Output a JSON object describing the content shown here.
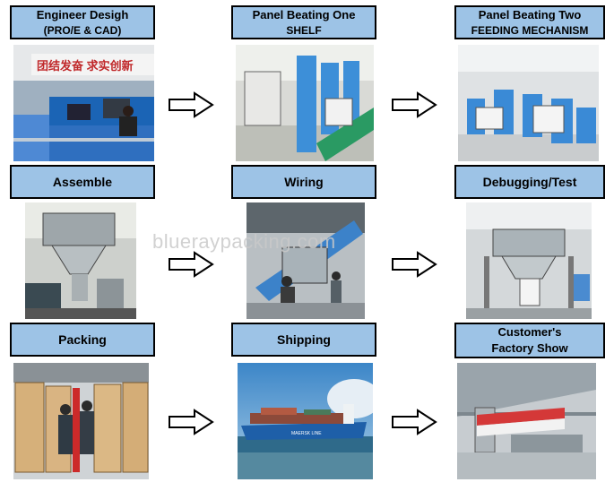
{
  "steps": [
    {
      "line1": "Engineer Desigh",
      "line2": "(PRO/E & CAD)"
    },
    {
      "line1": "Panel Beating One",
      "line2": "SHELF"
    },
    {
      "line1": "Panel Beating Two",
      "line2": "FEEDING MECHANISM"
    },
    {
      "line1": "Assemble",
      "line2": ""
    },
    {
      "line1": "Wiring",
      "line2": ""
    },
    {
      "line1": "Debugging/Test",
      "line2": ""
    },
    {
      "line1": "Packing",
      "line2": ""
    },
    {
      "line1": "Shipping",
      "line2": ""
    },
    {
      "line1": "Customer's",
      "line2": "Factory Show"
    }
  ],
  "photo_texts": {
    "office_banner": "团结发奋  求实创新",
    "ship_name": "MAERSK LINE"
  },
  "watermark": "blueraypacking.com",
  "arrow_icon": "hollow-right-arrow-icon",
  "colors": {
    "label_bg": "#9dc3e6",
    "border": "#000000"
  }
}
